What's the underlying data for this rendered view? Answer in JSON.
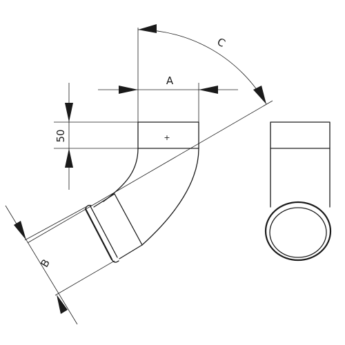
{
  "labels": {
    "dimension_a": "A",
    "dimension_b": "B",
    "dimension_c": "C",
    "dimension_height": "50",
    "center_mark": "+"
  }
}
